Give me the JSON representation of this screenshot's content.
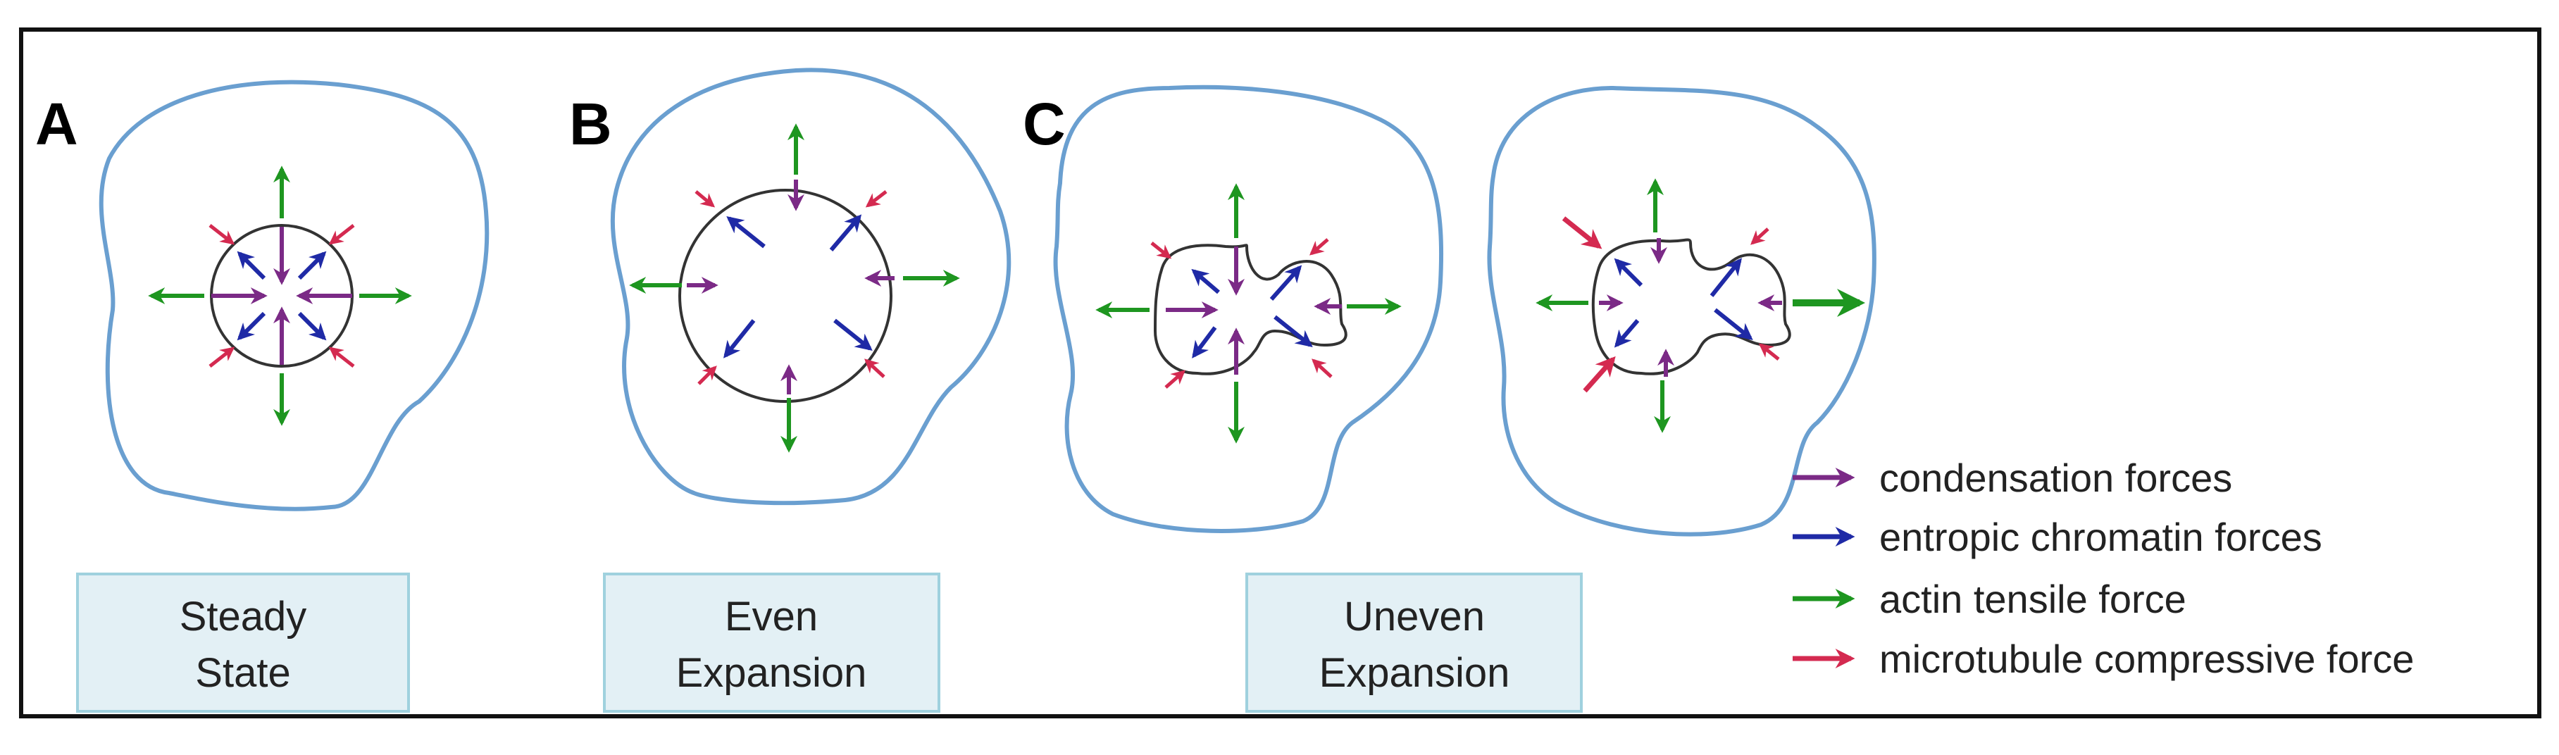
{
  "panels": [
    {
      "letter": "A",
      "caption_line1": "Steady",
      "caption_line2": "State"
    },
    {
      "letter": "B",
      "caption_line1": "Even",
      "caption_line2": "Expansion"
    },
    {
      "letter": "C",
      "caption_line1": "Uneven",
      "caption_line2": "Expansion"
    }
  ],
  "legend": [
    {
      "label": "condensation forces",
      "color": "#7b2a86"
    },
    {
      "label": "entropic chromatin forces",
      "color": "#1f2aa6"
    },
    {
      "label": "actin tensile force",
      "color": "#1e9620"
    },
    {
      "label": "microtubule compressive force",
      "color": "#d42a50"
    }
  ],
  "colors": {
    "condensation": "#7b2a86",
    "entropic": "#1f2aa6",
    "actin": "#1e9620",
    "microtubule": "#d42a50",
    "cell_outline": "#6a9fd0",
    "caption_fill": "#e3f0f5"
  }
}
